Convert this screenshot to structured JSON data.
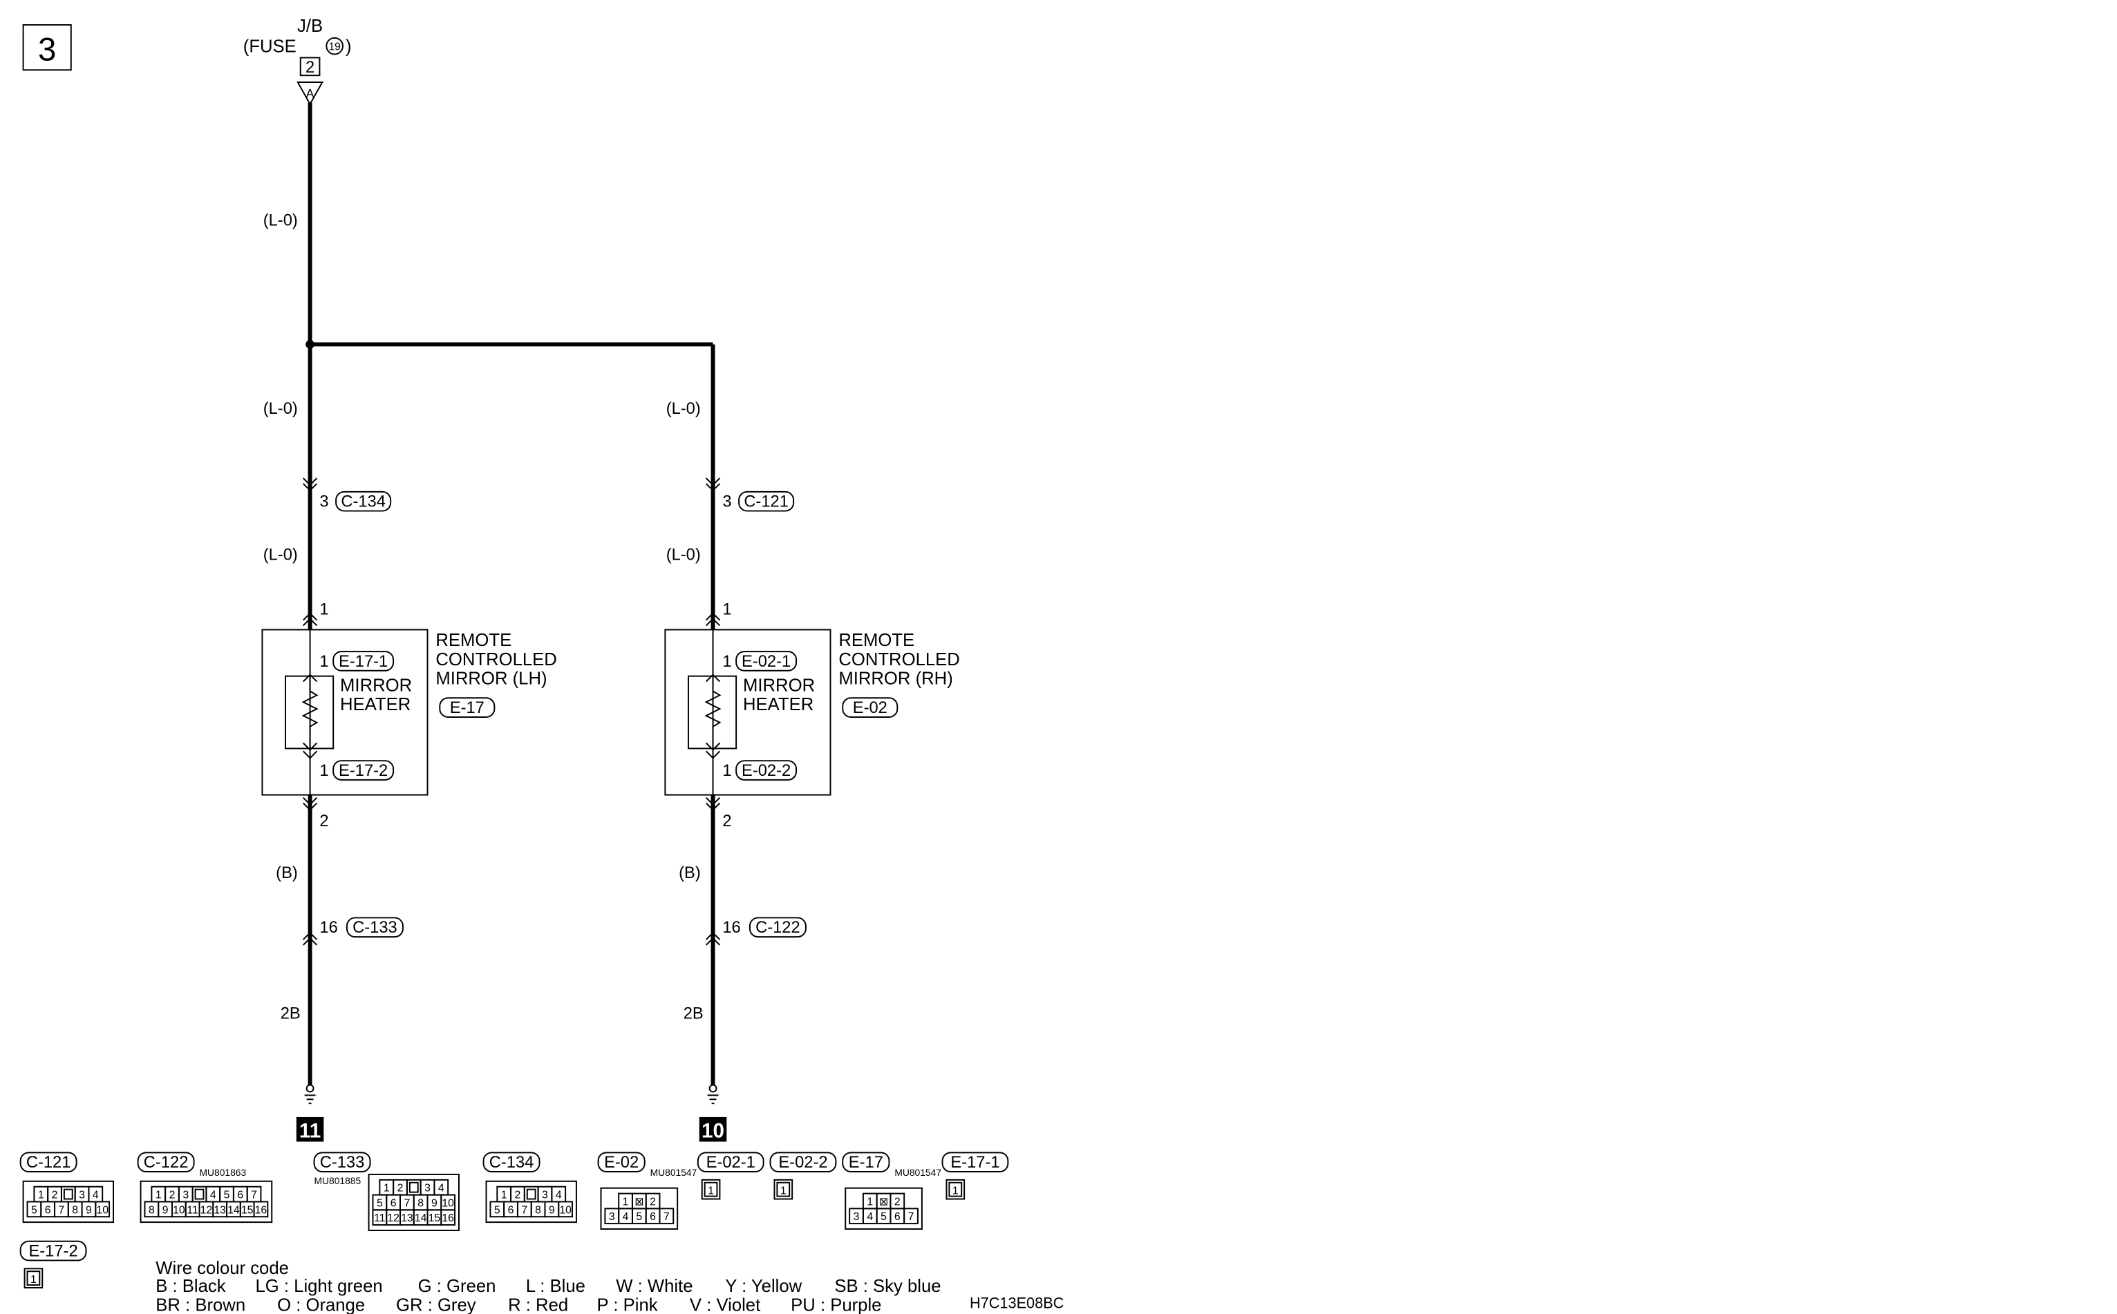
{
  "page_number": "3",
  "source": {
    "jb": "J/B",
    "fuse_open": "(FUSE",
    "fuse_no": "19",
    "fuse_close": ")",
    "terminal": "2",
    "connector": "A"
  },
  "trunk": {
    "wire": "(L-0)"
  },
  "lh": {
    "wire_top": "(L-0)",
    "c_pin": "3",
    "c_conn": "C-134",
    "wire_mid": "(L-0)",
    "in_pin": "1",
    "h_pin1": "1",
    "h_conn1": "E-17-1",
    "h_pin2": "1",
    "h_conn2": "E-17-2",
    "heater_l1": "MIRROR",
    "heater_l2": "HEATER",
    "comp_l1": "REMOTE",
    "comp_l2": "CONTROLLED",
    "comp_l3": "MIRROR (LH)",
    "comp_conn": "E-17",
    "out_pin": "2",
    "wire_low": "(B)",
    "g_pin": "16",
    "g_conn": "C-133",
    "wire_gnd": "2B",
    "ground": "11"
  },
  "rh": {
    "wire_top": "(L-0)",
    "c_pin": "3",
    "c_conn": "C-121",
    "wire_mid": "(L-0)",
    "in_pin": "1",
    "h_pin1": "1",
    "h_conn1": "E-02-1",
    "h_pin2": "1",
    "h_conn2": "E-02-2",
    "heater_l1": "MIRROR",
    "heater_l2": "HEATER",
    "comp_l1": "REMOTE",
    "comp_l2": "CONTROLLED",
    "comp_l3": "MIRROR (RH)",
    "comp_conn": "E-02",
    "out_pin": "2",
    "wire_low": "(B)",
    "g_pin": "16",
    "g_conn": "C-122",
    "wire_gnd": "2B",
    "ground": "10"
  },
  "connectors": [
    {
      "label": "C-121",
      "part": "",
      "rows": [
        [
          "1",
          "2",
          "",
          "3",
          "4"
        ],
        [
          "5",
          "6",
          "7",
          "8",
          "9",
          "10"
        ]
      ]
    },
    {
      "label": "C-122",
      "part": "MU801863",
      "rows": [
        [
          "1",
          "2",
          "3",
          "",
          "4",
          "5",
          "6",
          "7"
        ],
        [
          "8",
          "9",
          "10",
          "11",
          "12",
          "13",
          "14",
          "15",
          "16"
        ]
      ]
    },
    {
      "label": "C-133",
      "part": "MU801885",
      "rows": [
        [
          "1",
          "2",
          "",
          "3",
          "4"
        ],
        [
          "5",
          "6",
          "7",
          "8",
          "9",
          "10"
        ],
        [
          "11",
          "12",
          "13",
          "14",
          "15",
          "16"
        ]
      ]
    },
    {
      "label": "C-134",
      "part": "",
      "rows": [
        [
          "1",
          "2",
          "",
          "3",
          "4"
        ],
        [
          "5",
          "6",
          "7",
          "8",
          "9",
          "10"
        ]
      ]
    },
    {
      "label": "E-02",
      "part": "MU801547",
      "rows": [
        [
          "1",
          "⊠",
          "2"
        ],
        [
          "3",
          "4",
          "5",
          "6",
          "7"
        ]
      ]
    },
    {
      "label": "E-02-1",
      "part": "",
      "rows": [
        [
          "1"
        ]
      ]
    },
    {
      "label": "E-02-2",
      "part": "",
      "rows": [
        [
          "1"
        ]
      ]
    },
    {
      "label": "E-17",
      "part": "MU801547",
      "rows": [
        [
          "1",
          "⊠",
          "2"
        ],
        [
          "3",
          "4",
          "5",
          "6",
          "7"
        ]
      ]
    },
    {
      "label": "E-17-1",
      "part": "",
      "rows": [
        [
          "1"
        ]
      ]
    },
    {
      "label": "E-17-2",
      "part": "",
      "rows": [
        [
          "1"
        ]
      ]
    }
  ],
  "legend": {
    "title": "Wire colour code",
    "line1": [
      "B : Black",
      "LG : Light green",
      "G : Green",
      "L : Blue",
      "W : White",
      "Y : Yellow",
      "SB : Sky blue"
    ],
    "line2": [
      "BR : Brown",
      "O : Orange",
      "GR : Grey",
      "R : Red",
      "P : Pink",
      "V : Violet",
      "PU : Purple"
    ]
  },
  "figure_code": "H7C13E08BC"
}
